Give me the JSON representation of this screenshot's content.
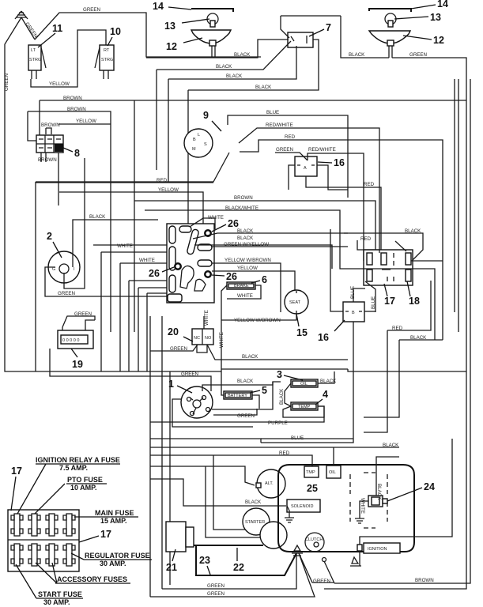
{
  "diagram": {
    "title": "Electrical wiring schematic",
    "callouts": {
      "c1": "1",
      "c2": "2",
      "c3": "3",
      "c4": "4",
      "c5": "5",
      "c6": "6",
      "c7": "7",
      "c8": "8",
      "c9": "9",
      "c10": "10",
      "c11": "11",
      "c12a": "12",
      "c12b": "12",
      "c13a": "13",
      "c13b": "13",
      "c14a": "14",
      "c14b": "14",
      "c15": "15",
      "c16a": "16",
      "c16b": "16",
      "c17a": "17",
      "c17b": "17",
      "c17c": "17",
      "c18": "18",
      "c19": "19",
      "c20": "20",
      "c21": "21",
      "c22": "22",
      "c23": "23",
      "c24": "24",
      "c25": "25",
      "c26a": "26",
      "c26b": "26",
      "c26c": "26"
    },
    "components": {
      "lt_strg_1": "LT",
      "lt_strg_2": "STRG",
      "rt_strg_1": "RT",
      "rt_strg_2": "STRG",
      "seat": "SEAT",
      "relay_a": "A",
      "relay_b": "B",
      "brake": "BRAKE",
      "battery": "BATTERY",
      "oil_light": "OIL",
      "temp_light": "TEMP",
      "nc": "NC",
      "no": "NO",
      "alt": "ALT.",
      "starter": "STARTER",
      "solenoid": "SOLENOID",
      "clutch": "CLUTCH",
      "tmp": "TMP",
      "oil_sender": "OIL",
      "ignition_module": "IGNITION",
      "hourmeter_g": "G",
      "hourmeter_i": "I"
    },
    "wire_labels": {
      "green_top": "GREEN",
      "green_ant": "GREEN",
      "green_left": "GREEN",
      "yellow_strg": "YELLOW",
      "black_lamp_l": "BLACK",
      "black_lamp_r": "BLACK",
      "green_lamp_r": "GREEN",
      "black_1": "BLACK",
      "black_2": "BLACK",
      "black_3": "BLACK",
      "brown_1": "BROWN",
      "brown_2": "BROWN",
      "brown_8": "BROWN",
      "brown_8b": "BROWN",
      "yellow_8": "YELLOW",
      "blue_9": "BLUE",
      "red_white_9": "RED/WHITE",
      "red_9": "RED",
      "green_16": "GREEN",
      "red_white_16": "RED/WHITE",
      "red_mid": "RED",
      "yellow_mid": "YELLOW",
      "red_16": "RED",
      "brown_mid": "BROWN",
      "black_white": "BLACK/WHITE",
      "black_2l": "BLACK",
      "white_26": "WHITE",
      "black_26a": "BLACK",
      "black_26b": "BLACK",
      "green_yellow": "GREEN W/YELLOW",
      "black_17": "BLACK",
      "red_17": "RED",
      "white_2": "WHITE",
      "white_26b": "WHITE",
      "yellow_brown": "YELLOW W/BROWN",
      "yellow_6": "YELLOW",
      "white_6": "WHITE",
      "green_2": "GREEN",
      "yellow_brown_15": "YELLOW W/BROWN",
      "blue_b1": "BLUE",
      "blue_b2": "BLUE",
      "red_r": "RED",
      "black_r": "BLACK",
      "green_19": "GREEN",
      "white_20": "WHITE",
      "white_20b": "WHITE",
      "green_20": "GREEN",
      "black_20": "BLACK",
      "green_1": "GREEN",
      "black_5": "BLACK",
      "black_3r": "BLACK",
      "black_34": "BLACK",
      "green_5": "GREEN",
      "purple": "PURPLE",
      "blue_low": "BLUE",
      "black_low": "BLACK",
      "red_low": "RED",
      "black_sol": "BLACK",
      "black_24": "BLACK",
      "white_24": "WHITE",
      "green_b1": "GREEN",
      "green_b2": "GREEN",
      "green_b3": "GREEN",
      "brown_b": "BROWN"
    },
    "fuse_legend": {
      "ign_relay_1": "IGNITION RELAY A FUSE",
      "ign_relay_2": "7.5 AMP.",
      "pto_1": "PTO FUSE",
      "pto_2": "10 AMP.",
      "main_1": "MAIN FUSE",
      "main_2": "15 AMP.",
      "reg_1": "REGULATOR FUSE",
      "reg_2": "30 AMP.",
      "acc": "ACCESSORY FUSES",
      "start_1": "START FUSE",
      "start_2": "30 AMP."
    }
  }
}
